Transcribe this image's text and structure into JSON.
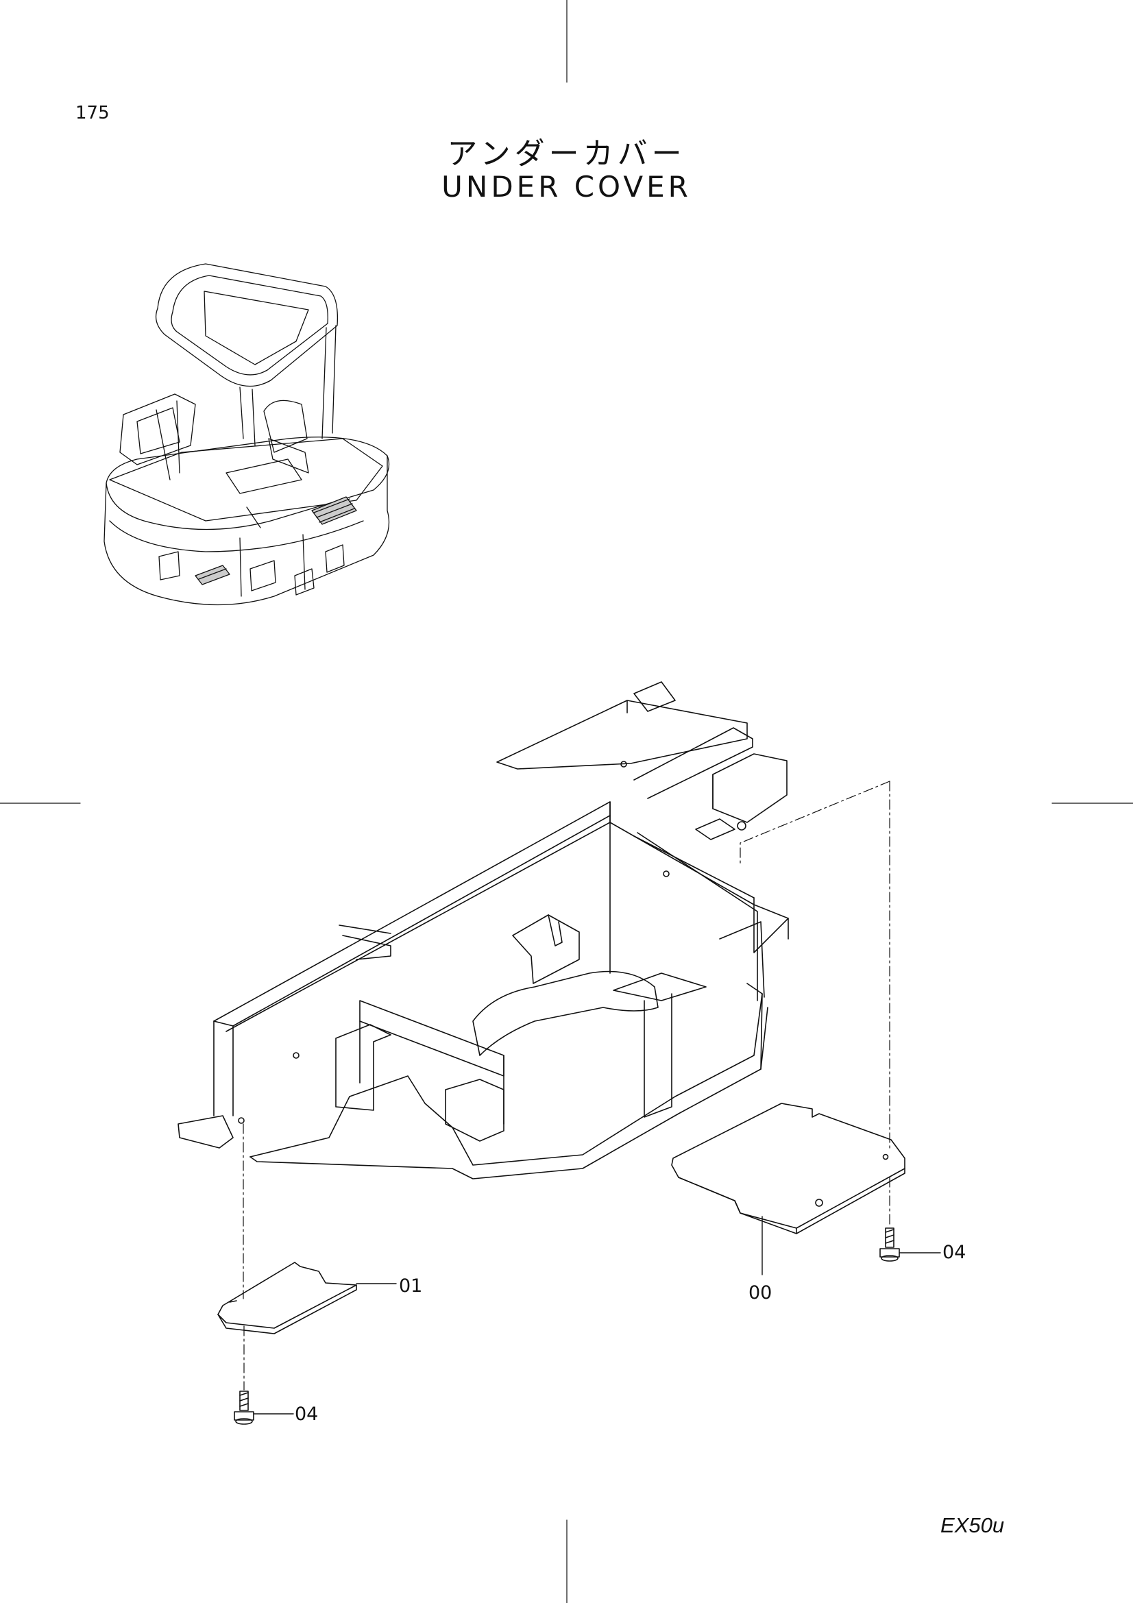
{
  "header": {
    "page_number": "175",
    "title_jp": "アンダーカバー",
    "title_en": "UNDER  COVER"
  },
  "footer": {
    "model_code": "EX50u"
  },
  "callouts": {
    "part_00": "00",
    "part_01": "01",
    "part_04_right": "04",
    "part_04_left": "04"
  },
  "colors": {
    "line": "#111111",
    "background": "#ffffff"
  }
}
